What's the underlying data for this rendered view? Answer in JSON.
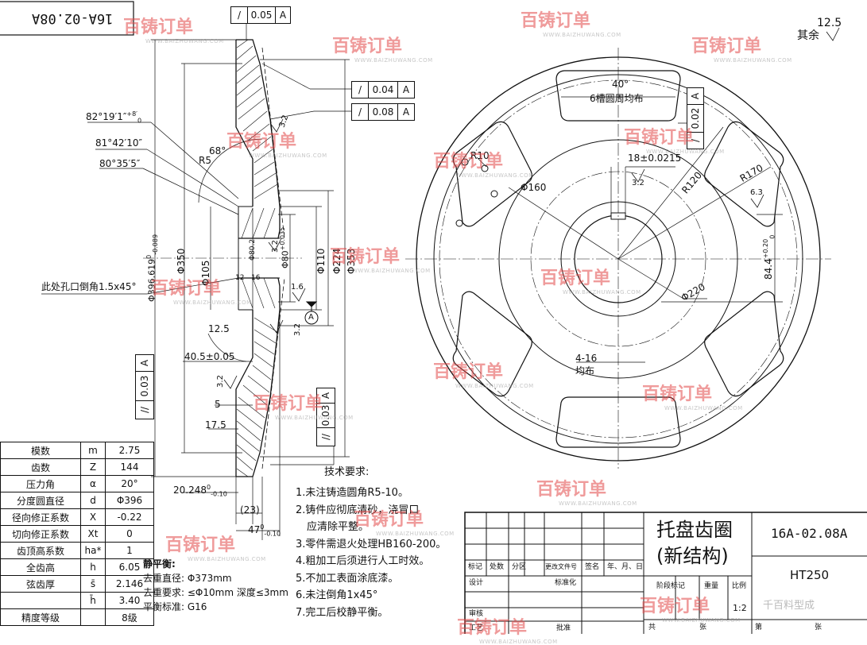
{
  "drawing": {
    "number": "16A-02.08A",
    "number_mirrored": "16A-02.08A",
    "part_name_line1": "托盘齿圈",
    "part_name_line2": "(新结构)",
    "material": "HT250",
    "scale": "1:2",
    "roughness_note": {
      "value": "12.5",
      "label": "其余"
    }
  },
  "watermark": {
    "brand": "百铸订单",
    "url": "WWW.BAIZHUWANG.COM"
  },
  "tolerance_frames": [
    {
      "symbol": "/",
      "value": "0.05",
      "datum": "A"
    },
    {
      "symbol": "/",
      "value": "0.04",
      "datum": "A"
    },
    {
      "symbol": "/",
      "value": "0.08",
      "datum": "A"
    },
    {
      "symbol": "/",
      "value": "0.02",
      "datum": "A"
    },
    {
      "symbol": "//",
      "value": "0.03",
      "datum": "A"
    },
    {
      "symbol": "//",
      "value": "0.03",
      "datum": "A"
    }
  ],
  "section_dims": {
    "angle1": "82°19′1″",
    "angle1_tol": "+8′",
    "angle1_tol2": "0",
    "angle2": "81°42′10″",
    "angle3": "80°35′5″",
    "angle4": "68°",
    "r5": "R5",
    "d396": "Φ396.619",
    "d396_tol": "0",
    "d396_tol2": "-0.089",
    "d350": "Φ350",
    "d105": "Φ105",
    "d80_2": "Φ80.2",
    "d80": "Φ80",
    "d80_tol": "+0.035",
    "d110": "Φ110",
    "d224": "Φ224",
    "d353": "Φ353",
    "d12": "12",
    "d16": "16",
    "chamfer_note": "此处孔口倒角1.5x45°",
    "r12_5": "12.5",
    "d40_5": "40.5±0.05",
    "d5": "5",
    "d17_5": "17.5",
    "d20_248": "20.248",
    "d20_248_tol": "0",
    "d20_248_tol2": "-0.10",
    "d23": "(23)",
    "d47": "47",
    "d47_tol": "0",
    "d47_tol2": "-0.10",
    "ra_3_2": "3.2",
    "ra_1_6": "1.6",
    "datum": "A"
  },
  "front_dims": {
    "slots": "6槽圆周均布",
    "angle40": "40°",
    "r10": "R10",
    "d160": "Φ160",
    "keyway": "18±0.0215",
    "r120": "R120",
    "r170": "R170",
    "ra_6_3": "6.3",
    "ra_3_2": "3.2",
    "d220": "Φ220",
    "d84_4": "84.4",
    "d84_4_tol": "+0.20",
    "d84_4_tol2": "0",
    "holes_1": "4-16",
    "holes_2": "均布"
  },
  "gear_params": [
    {
      "name": "模数",
      "sym": "m",
      "val": "2.75"
    },
    {
      "name": "齿数",
      "sym": "Z",
      "val": "144"
    },
    {
      "name": "压力角",
      "sym": "α",
      "val": "20°"
    },
    {
      "name": "分度圆直径",
      "sym": "d",
      "val": "Φ396"
    },
    {
      "name": "径向修正系数",
      "sym": "X",
      "val": "-0.22"
    },
    {
      "name": "切向修正系数",
      "sym": "Xt",
      "val": "0"
    },
    {
      "name": "齿顶高系数",
      "sym": "ha*",
      "val": "1"
    },
    {
      "name": "全齿高",
      "sym": "h",
      "val": "6.05"
    },
    {
      "name": "弦齿厚",
      "sym": "s̄",
      "val": "2.146"
    },
    {
      "name": "",
      "sym": "h̄",
      "val": "3.40"
    },
    {
      "name": "精度等级",
      "sym": "",
      "val": "8级"
    }
  ],
  "balance": {
    "title": "静平衡:",
    "l1": "去重直径: Φ373mm",
    "l2": "去重要求: ≤Φ10mm 深度≤3mm",
    "l3": "平衡标准: G16"
  },
  "tech_req": {
    "title": "技术要求:",
    "items": [
      "1.未注铸造圆角R5-10。",
      "2.铸件应彻底清砂，浇冒口",
      "应清除平整。",
      "3.零件需退火处理HB160-200。",
      "4.粗加工后须进行人工时效。",
      "5.不加工表面涂底漆。",
      "6.未注倒角1x45°",
      "7.完工后校静平衡。"
    ]
  },
  "title_block": {
    "row_labels": [
      "标记",
      "处数",
      "分区",
      "更改文件号",
      "签名",
      "年、月、日"
    ],
    "design": "设计",
    "standard": "标准化",
    "review": "审核",
    "process": "工艺",
    "approve": "批准",
    "stage": "阶段标记",
    "weight": "重量",
    "ratio": "比例",
    "total": "共",
    "sheets": "张",
    "sheet_no": "第",
    "sheet_unit": "张"
  },
  "corner_stamp": "千百料型成"
}
